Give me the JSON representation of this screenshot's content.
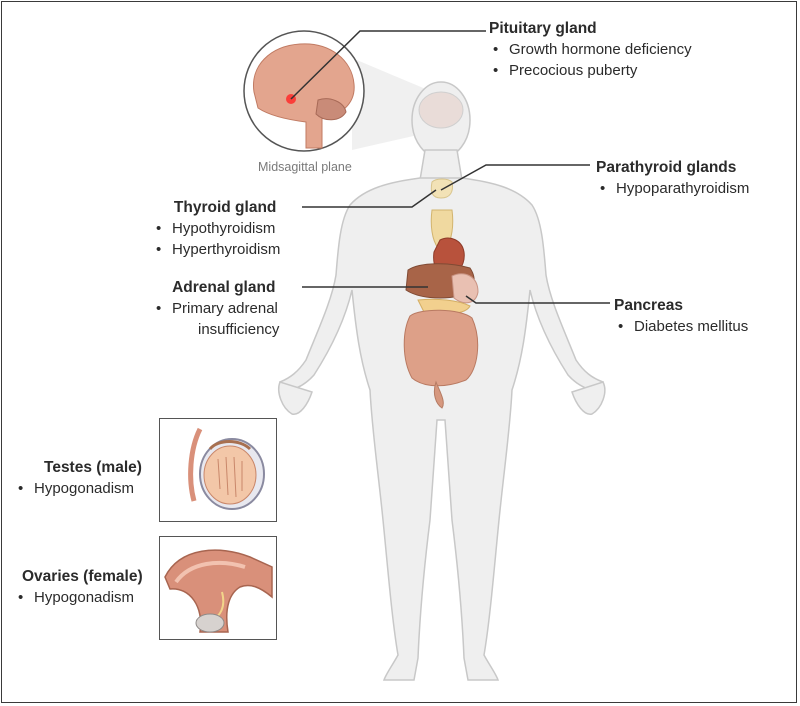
{
  "inset_caption": "Midsagittal plane",
  "pituitary": {
    "title": "Pituitary gland",
    "items": [
      "Growth hormone deficiency",
      "Precocious puberty"
    ]
  },
  "parathyroid": {
    "title": "Parathyroid glands",
    "items": [
      "Hypoparathyroidism"
    ]
  },
  "thyroid": {
    "title": "Thyroid gland",
    "items": [
      "Hypothyroidism",
      "Hyperthyroidism"
    ]
  },
  "adrenal": {
    "title": "Adrenal gland",
    "items": [
      "Primary adrenal",
      "insufficiency"
    ]
  },
  "pancreas": {
    "title": "Pancreas",
    "items": [
      "Diabetes mellitus"
    ]
  },
  "testes": {
    "title": "Testes (male)",
    "items": [
      "Hypogonadism"
    ]
  },
  "ovaries": {
    "title": "Ovaries (female)",
    "items": [
      "Hypogonadism"
    ]
  },
  "colors": {
    "body": "#efefef",
    "outline": "#c9c9c9",
    "organ": "#d9957e",
    "leader": "#333333"
  }
}
